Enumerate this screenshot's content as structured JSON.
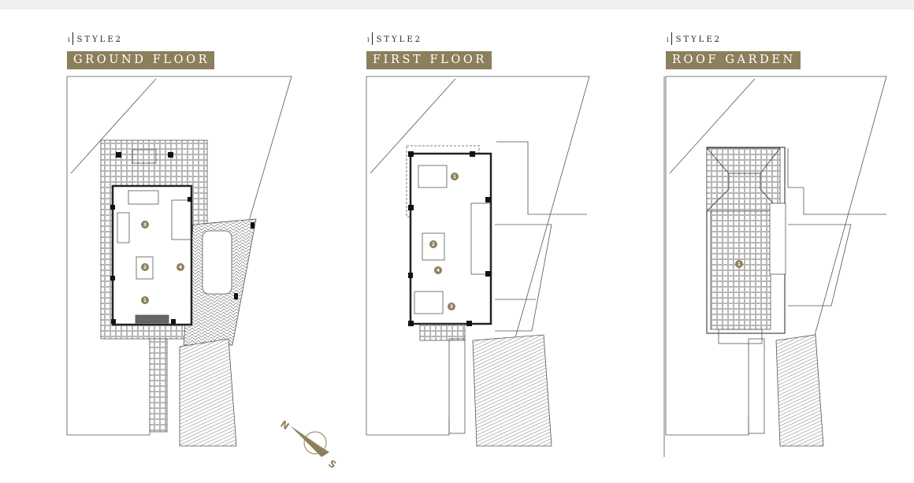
{
  "colors": {
    "accent": "#8c7f5b",
    "line": "#333333",
    "topbar": "#f0f0f2"
  },
  "panels": [
    {
      "prefix": "i",
      "style": "STYLE2",
      "title": "GROUND FLOOR",
      "badges": [
        "1",
        "2",
        "3",
        "4"
      ]
    },
    {
      "prefix": "i",
      "style": "STYLE2",
      "title": "FIRST FLOOR",
      "badges": [
        "1",
        "2",
        "3",
        "4"
      ]
    },
    {
      "prefix": "i",
      "style": "STYLE2",
      "title": "ROOF GARDEN",
      "badges": [
        "1"
      ]
    }
  ],
  "compass": {
    "north": "N",
    "south": "S",
    "icon": "compass-icon"
  }
}
